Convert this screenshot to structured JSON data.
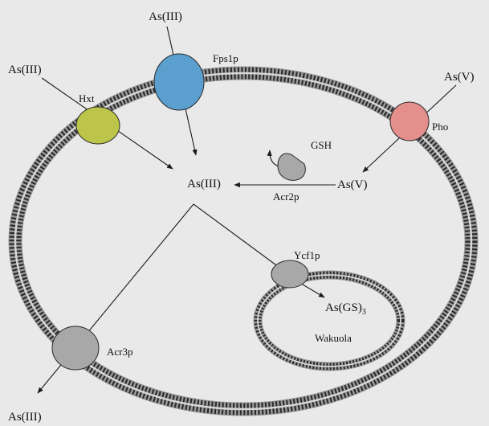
{
  "figure": {
    "labels": {
      "as3_top": "As(III)",
      "as3_left": "As(III)",
      "as5_right": "As(V)",
      "hxt": "Hxt",
      "fps1p": "Fps1p",
      "pho": "Pho",
      "gsh": "GSH",
      "as3_center": "As(III)",
      "as5_center": "As(V)",
      "acr2p": "Acr2p",
      "ycf1p": "Ycf1p",
      "as_gs3_base": "As(GS)",
      "as_gs3_sub": "3",
      "wakuola": "Wakuola",
      "acr3p": "Acr3p",
      "as3_bottom": "As(III)"
    },
    "colors": {
      "hxt": "#bcc54a",
      "fps1p": "#5b9fcf",
      "pho": "#e58f8c",
      "acr3p": "#a8a8a8",
      "ycf1p": "#a8a8a8",
      "acr2p": "#a8a8a8",
      "membrane": "#8a8a8a",
      "background": "#e9e9e9"
    }
  }
}
